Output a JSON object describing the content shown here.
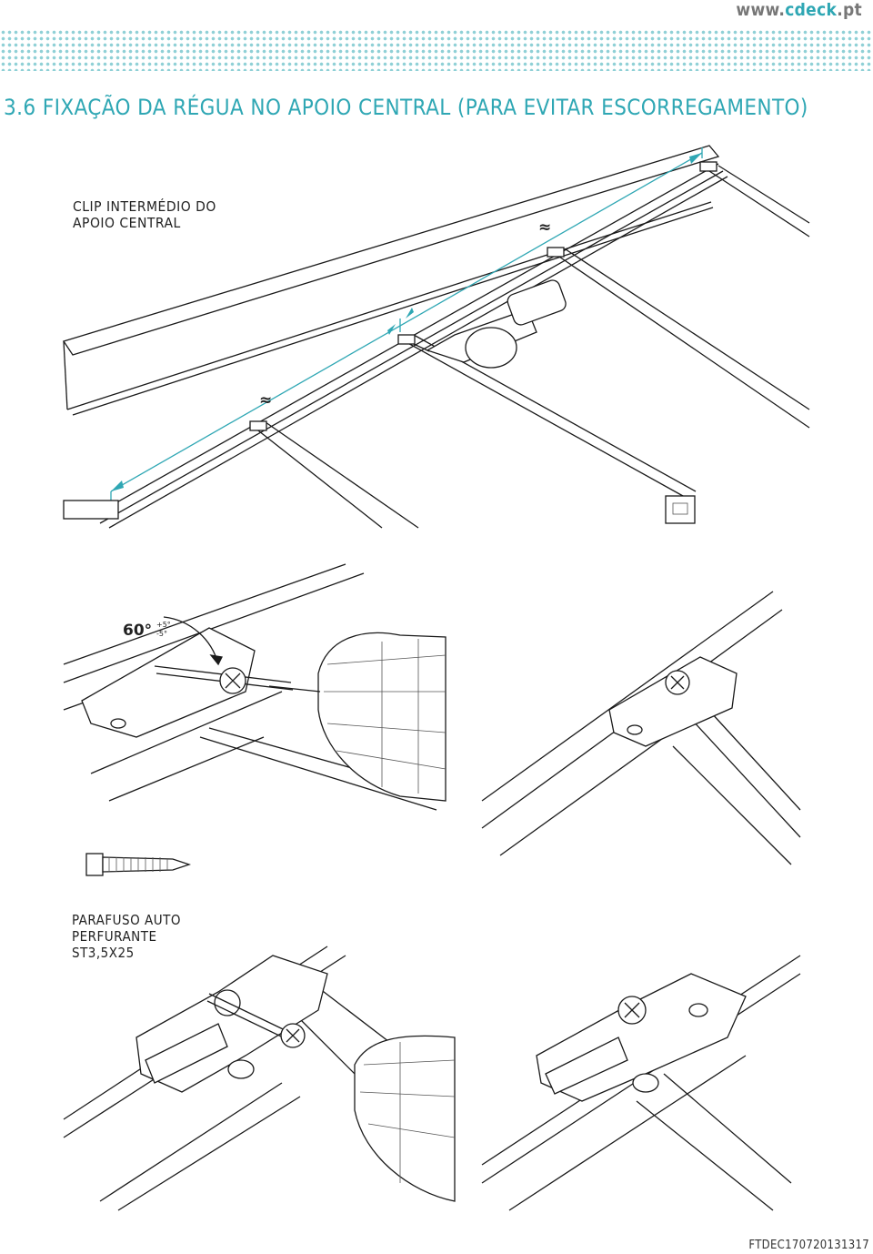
{
  "header": {
    "url_prefix": "www.",
    "url_accent": "cdeck",
    "url_suffix": ".pt"
  },
  "title": "3.6 FIXAÇÃO DA RÉGUA NO APOIO CENTRAL (PARA EVITAR ESCORREGAMENTO)",
  "labels": {
    "clip_line1": "CLIP INTERMÉDIO DO",
    "clip_line2": "APOIO CENTRAL",
    "screw_line1": "PARAFUSO AUTO",
    "screw_line2": "PERFURANTE",
    "screw_line3": "ST3,5X25"
  },
  "dimensions": {
    "approx_symbol": "≈",
    "angle_main": "60°",
    "angle_plus": "+5°",
    "angle_minus": "-5°"
  },
  "footer": {
    "code": "FTDEC170720131317"
  },
  "colors": {
    "accent": "#2fa7b4",
    "dots": "#8fd0d6",
    "line": "#1a1a1a"
  }
}
